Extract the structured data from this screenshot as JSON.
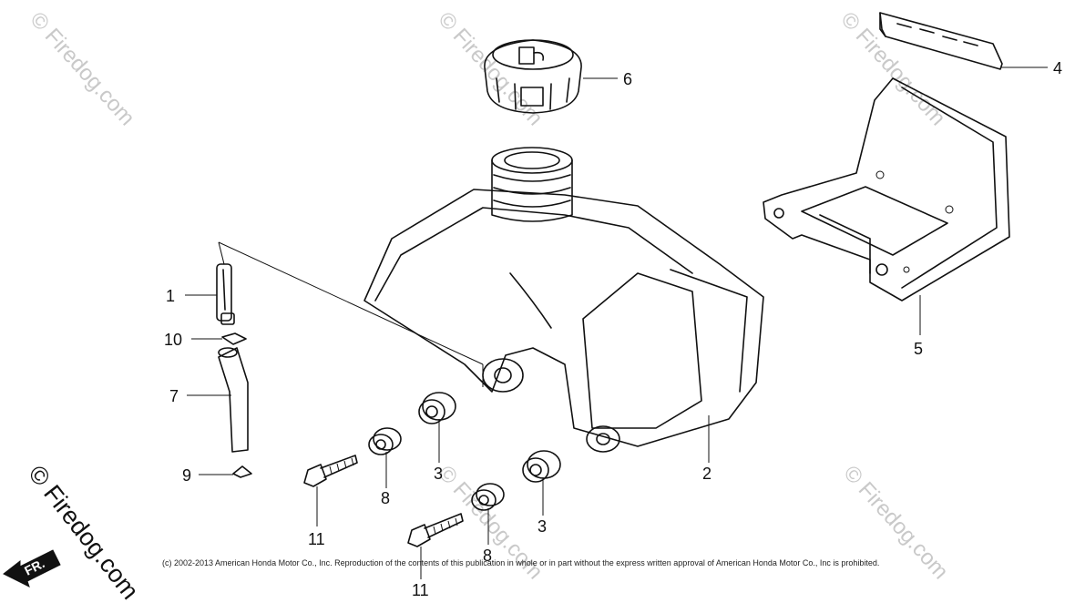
{
  "callouts": {
    "c1": "1",
    "c2": "2",
    "c3a": "3",
    "c3b": "3",
    "c4": "4",
    "c5": "5",
    "c6": "6",
    "c7": "7",
    "c8a": "8",
    "c8b": "8",
    "c9": "9",
    "c10": "10",
    "c11a": "11",
    "c11b": "11"
  },
  "watermark": {
    "text": "© Firedog.com",
    "corner_text": "© Firedog.com"
  },
  "copyright": "(c) 2002-2013 American Honda Motor Co., Inc. Reproduction of the contents of this publication in whole or in part without the express written approval of American Honda Motor Co., Inc is prohibited.",
  "direction": {
    "label": "FR."
  }
}
